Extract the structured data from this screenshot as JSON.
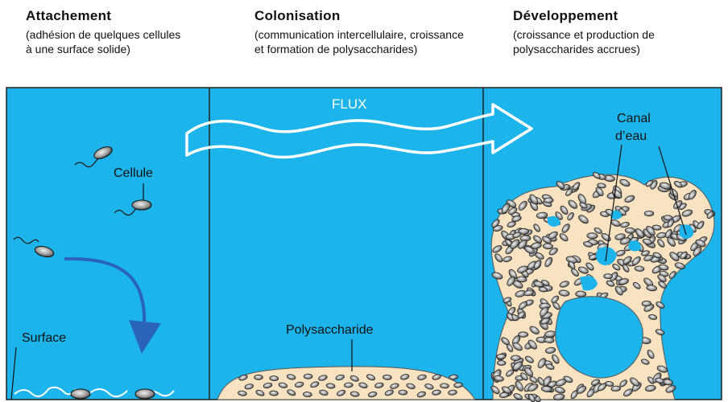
{
  "stages": [
    {
      "title": "Attachement",
      "description": "(adhésion de quelques cellules à une surface solide)"
    },
    {
      "title": "Colonisation",
      "description": "(communication intercellulaire, croissance et formation de polysaccharides)"
    },
    {
      "title": "Développement",
      "description": "(croissance et production de polysaccharides accrues)"
    }
  ],
  "labels": {
    "flux": "FLUX",
    "cellule": "Cellule",
    "surface": "Surface",
    "polysaccharide": "Polysaccharide",
    "canal_line1": "Canal",
    "canal_line2": "d’eau"
  },
  "colors": {
    "water": "#1cb4ea",
    "biofilm": "#f8e2bf",
    "arrow": "#2a63b8"
  }
}
